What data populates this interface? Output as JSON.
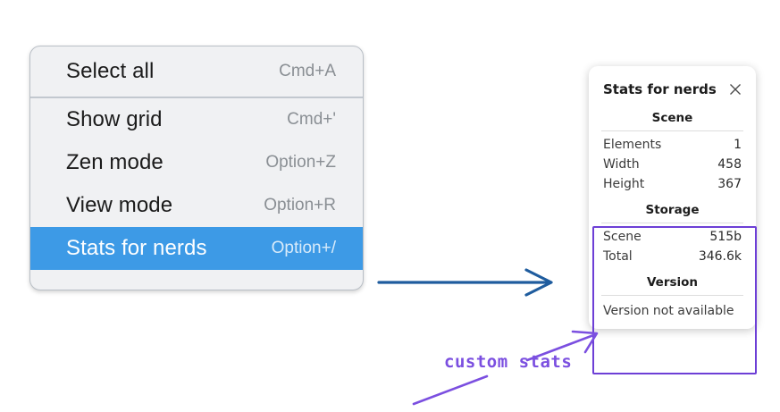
{
  "context_menu": {
    "name": "context-menu",
    "sections": [
      {
        "items": [
          {
            "label": "Select all",
            "shortcut": "Cmd+A",
            "selected": false
          }
        ]
      },
      {
        "items": [
          {
            "label": "Show grid",
            "shortcut": "Cmd+'",
            "selected": false
          },
          {
            "label": "Zen mode",
            "shortcut": "Option+Z",
            "selected": false
          },
          {
            "label": "View mode",
            "shortcut": "Option+R",
            "selected": false
          },
          {
            "label": "Stats for nerds",
            "shortcut": "Option+/",
            "selected": true
          }
        ]
      }
    ],
    "highlight_color": "#3d9ae6",
    "background_color": "#f0f1f3"
  },
  "stats_panel": {
    "title": "Stats for nerds",
    "close_icon": "close-icon",
    "sections": [
      {
        "heading": "Scene",
        "rows": [
          {
            "label": "Elements",
            "value": "1"
          },
          {
            "label": "Width",
            "value": "458"
          },
          {
            "label": "Height",
            "value": "367"
          }
        ]
      },
      {
        "heading": "Storage",
        "rows": [
          {
            "label": "Scene",
            "value": "515b"
          },
          {
            "label": "Total",
            "value": "346.6k"
          }
        ]
      },
      {
        "heading": "Version",
        "note": "Version not available"
      }
    ]
  },
  "annotations": {
    "custom_stats_label": "custom stats",
    "highlight_color": "#6d3fd6",
    "arrow_color": "#1f5c9e",
    "pen_color": "#7b4fe0"
  }
}
